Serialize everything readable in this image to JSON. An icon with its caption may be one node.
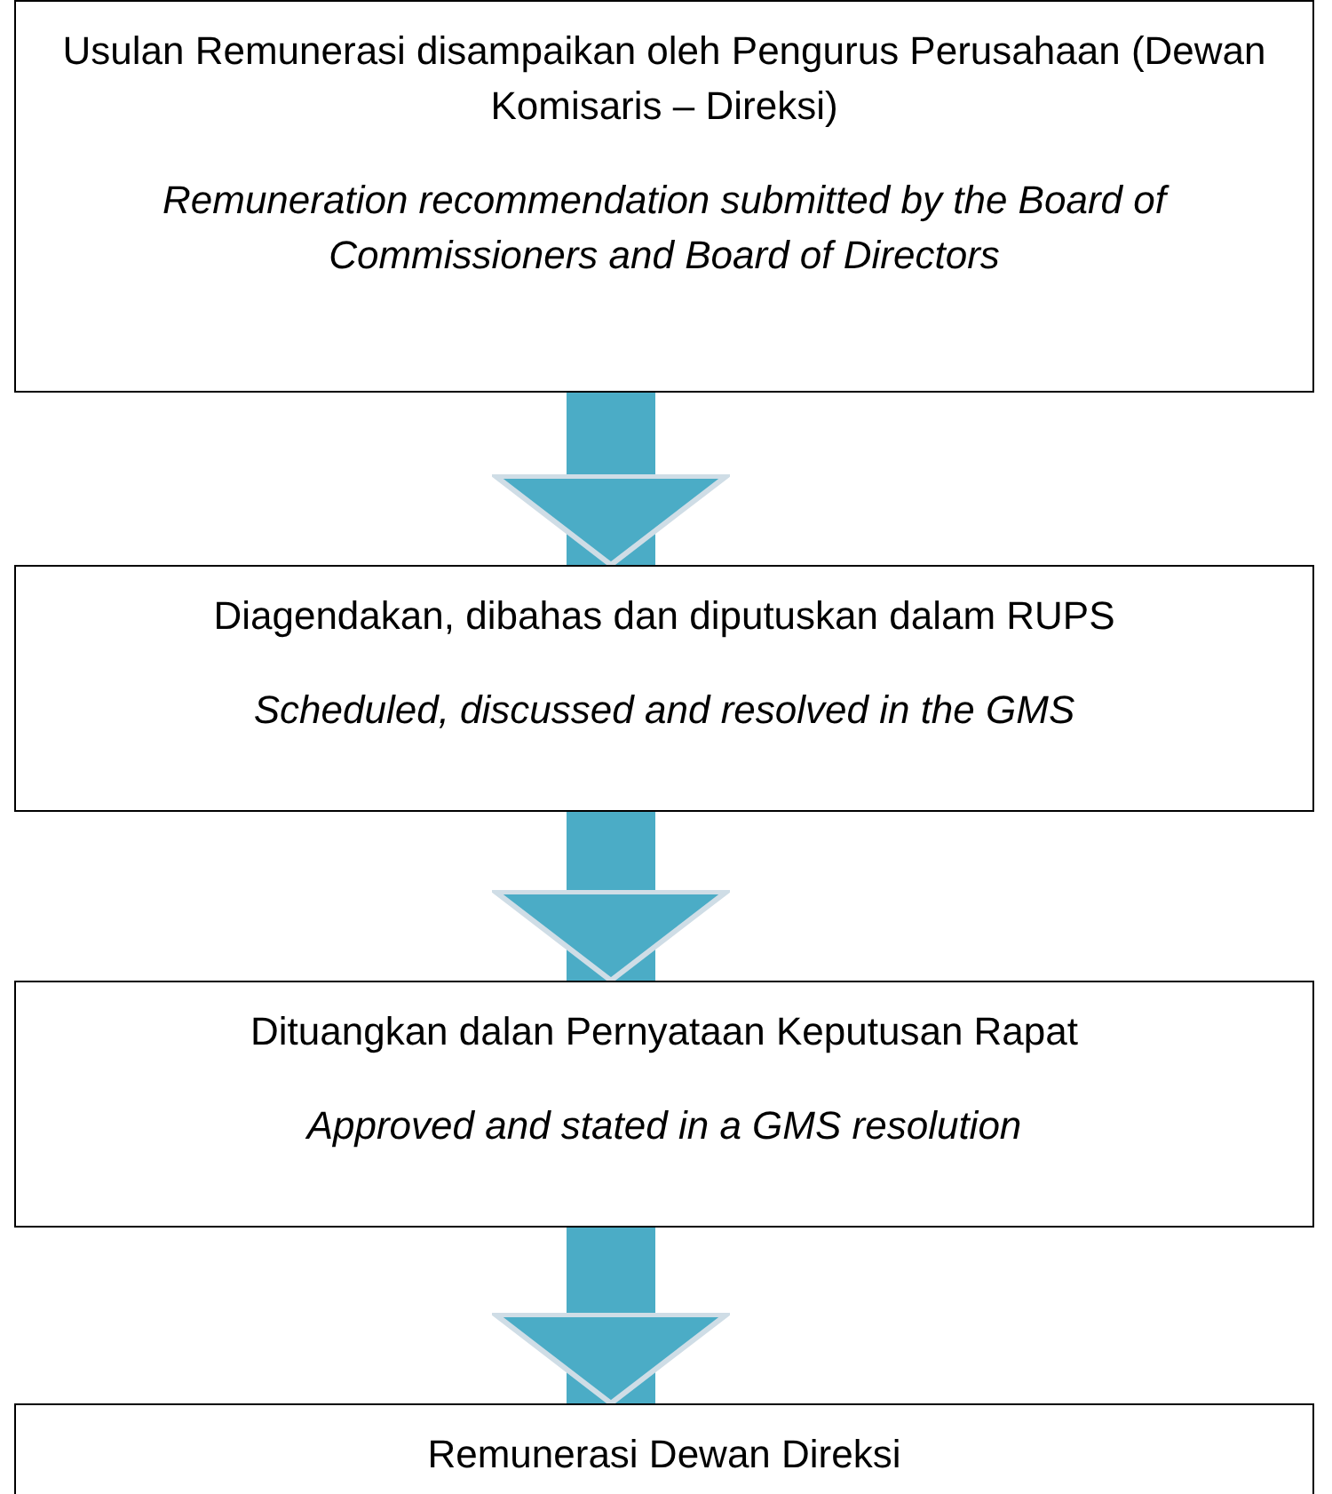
{
  "diagram": {
    "nodes": [
      {
        "text": [
          "Usulan Remunerasi disampaikan oleh Pengurus Perusahaan (Dewan Komisaris – Direksi)",
          "Remuneration recommendation submitted by the Board of Commissioners and Board of Directors"
        ]
      },
      {
        "text": [
          "Diagendakan, dibahas dan diputuskan dalam RUPS",
          "Scheduled, discussed and resolved in the GMS"
        ]
      },
      {
        "text": [
          "Dituangkan dalan Pernyataan Keputusan Rapat",
          "Approved and stated in a GMS resolution"
        ]
      },
      {
        "text": [
          "Remunerasi Dewan Direksi"
        ]
      }
    ],
    "edges": [
      {
        "from": 0,
        "to": 1,
        "arrow": "to"
      },
      {
        "from": 1,
        "to": 2,
        "arrow": "to"
      },
      {
        "from": 2,
        "to": 3,
        "arrow": "to"
      }
    ]
  }
}
